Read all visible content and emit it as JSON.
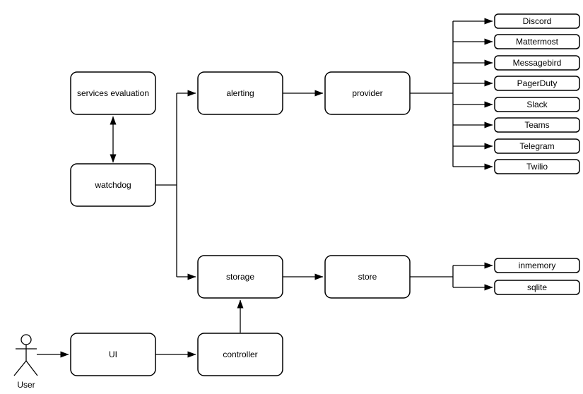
{
  "diagram": {
    "type": "architecture-flowchart",
    "colors": {
      "node_fill": "#ffffff",
      "node_stroke": "#000000",
      "background": "#ffffff",
      "text": "#000000"
    },
    "nodes": {
      "services_evaluation": {
        "label": "services evaluation"
      },
      "watchdog": {
        "label": "watchdog"
      },
      "alerting": {
        "label": "alerting"
      },
      "provider": {
        "label": "provider"
      },
      "storage": {
        "label": "storage"
      },
      "store": {
        "label": "store"
      },
      "ui": {
        "label": "UI"
      },
      "controller": {
        "label": "controller"
      },
      "user": {
        "label": "User"
      }
    },
    "providers": [
      "Discord",
      "Mattermost",
      "Messagebird",
      "PagerDuty",
      "Slack",
      "Teams",
      "Telegram",
      "Twilio"
    ],
    "stores": [
      "inmemory",
      "sqlite"
    ],
    "edges": [
      {
        "from": "services_evaluation",
        "to": "watchdog",
        "style": "double-arrow"
      },
      {
        "from": "watchdog",
        "to": "alerting",
        "style": "arrow"
      },
      {
        "from": "watchdog",
        "to": "storage",
        "style": "arrow"
      },
      {
        "from": "alerting",
        "to": "provider",
        "style": "arrow"
      },
      {
        "from": "provider",
        "to": "Discord",
        "style": "arrow"
      },
      {
        "from": "provider",
        "to": "Mattermost",
        "style": "arrow"
      },
      {
        "from": "provider",
        "to": "Messagebird",
        "style": "arrow"
      },
      {
        "from": "provider",
        "to": "PagerDuty",
        "style": "arrow"
      },
      {
        "from": "provider",
        "to": "Slack",
        "style": "arrow"
      },
      {
        "from": "provider",
        "to": "Teams",
        "style": "arrow"
      },
      {
        "from": "provider",
        "to": "Telegram",
        "style": "arrow"
      },
      {
        "from": "provider",
        "to": "Twilio",
        "style": "arrow"
      },
      {
        "from": "storage",
        "to": "store",
        "style": "arrow"
      },
      {
        "from": "store",
        "to": "inmemory",
        "style": "arrow"
      },
      {
        "from": "store",
        "to": "sqlite",
        "style": "arrow"
      },
      {
        "from": "user",
        "to": "ui",
        "style": "arrow"
      },
      {
        "from": "ui",
        "to": "controller",
        "style": "arrow"
      },
      {
        "from": "controller",
        "to": "storage",
        "style": "arrow"
      }
    ]
  }
}
